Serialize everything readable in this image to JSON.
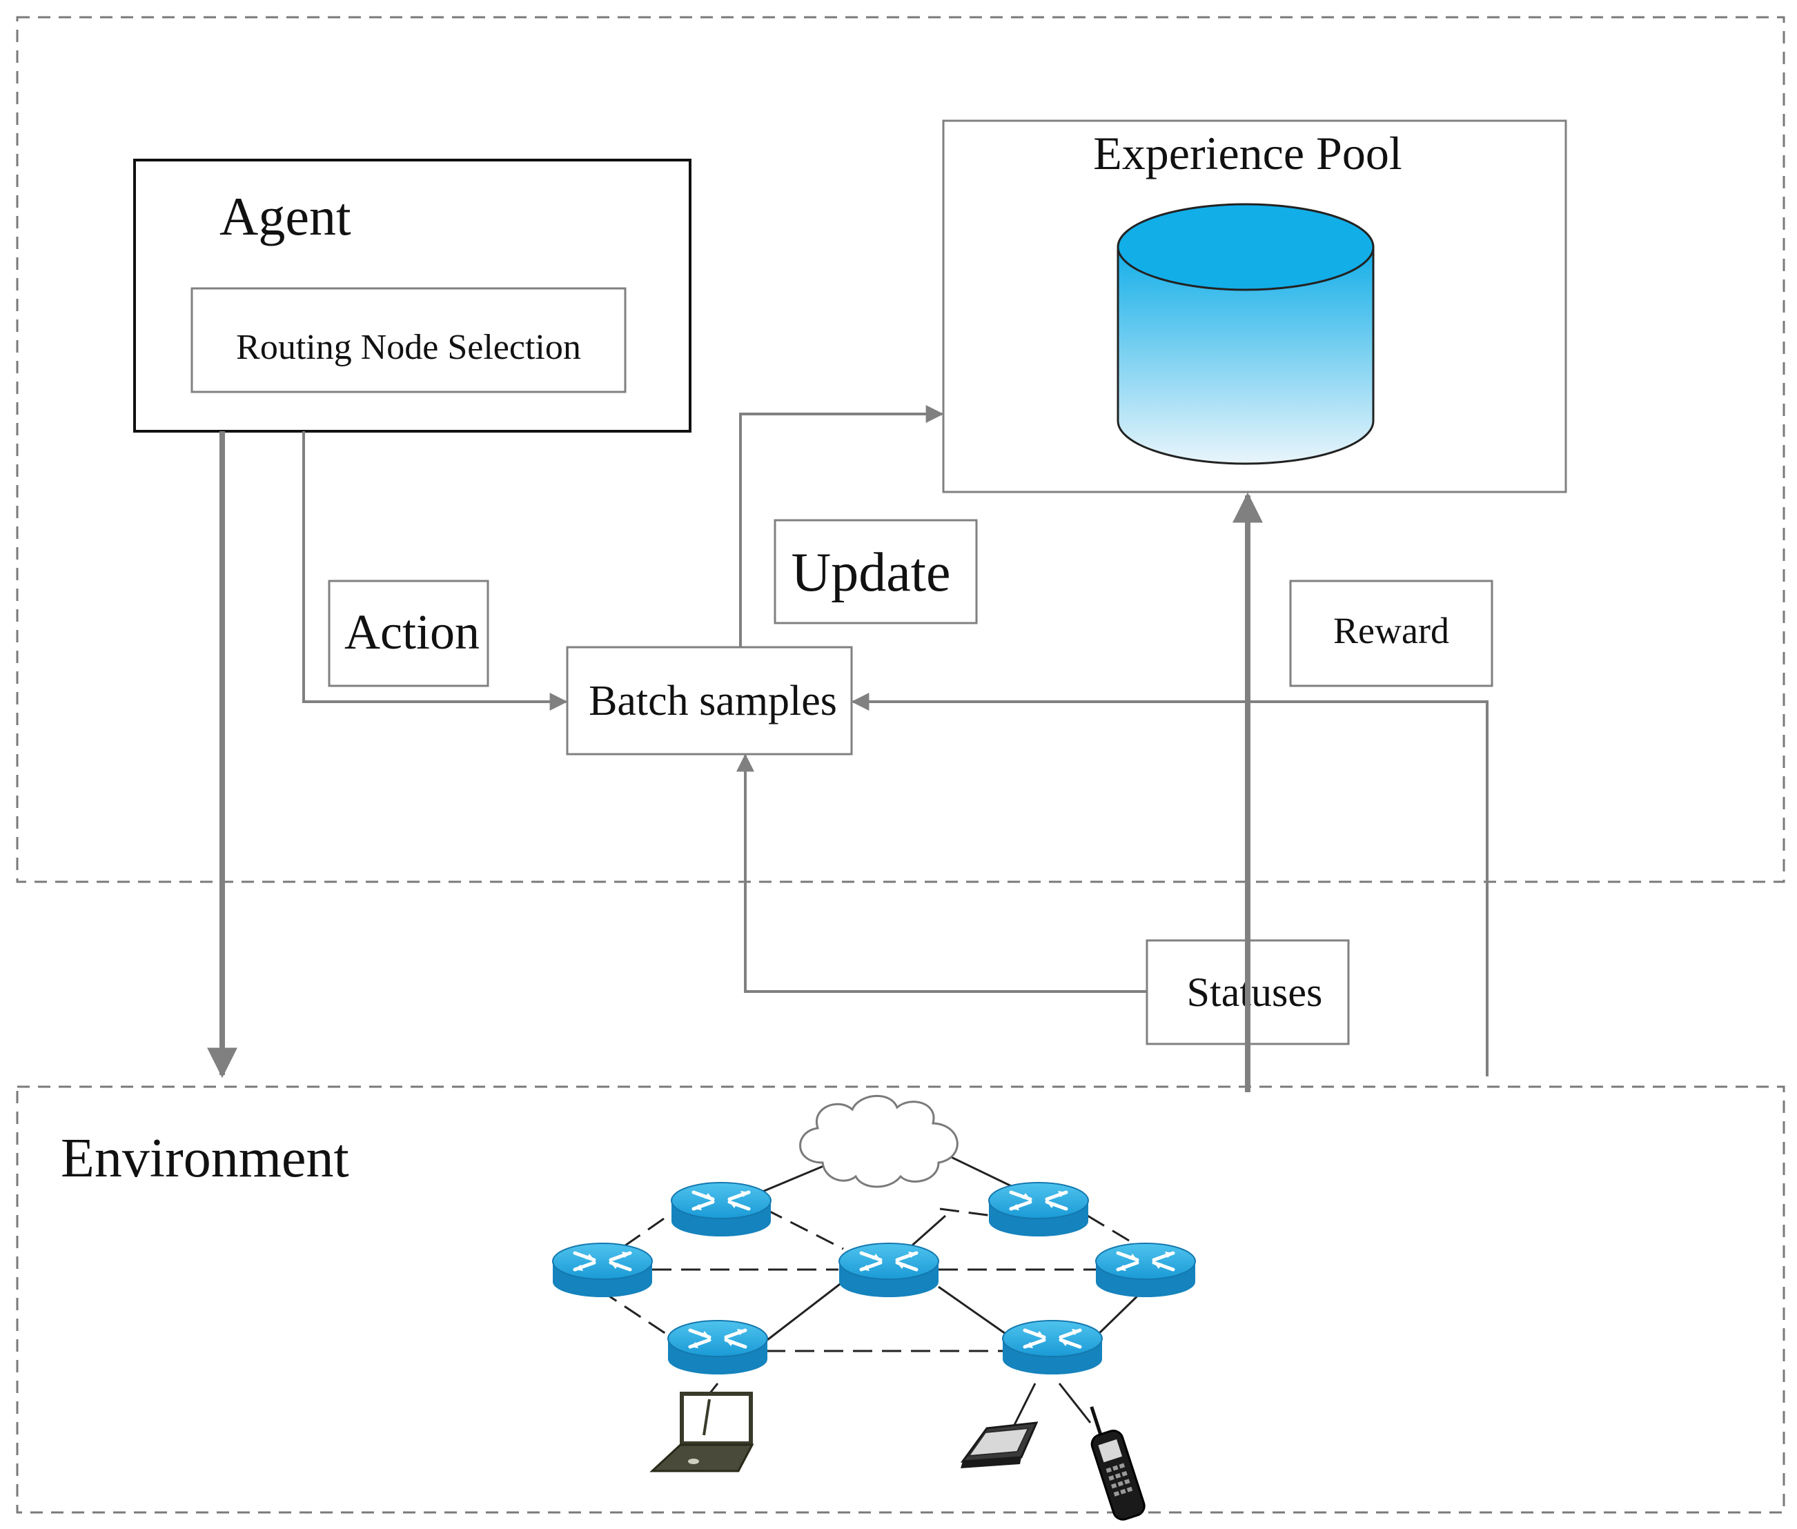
{
  "agent": {
    "title": "Agent",
    "routing_label": "Routing Node Selection"
  },
  "experience_pool": {
    "title": "Experience  Pool"
  },
  "labels": {
    "action": "Action",
    "update": "Update",
    "reward": "Reward",
    "batch_samples": "Batch samples",
    "statuses": "Statuses",
    "environment": "Environment"
  },
  "colors": {
    "router_blue": "#1a9ad6",
    "cylinder_top": "#12aee8",
    "cylinder_bottom": "#e9f5fb",
    "arrow_gray": "#808080",
    "dashed_border": "#7a7a7a"
  },
  "icons": {
    "database": "cylinder-icon",
    "router": "router-icon",
    "cloud": "cloud-icon",
    "laptop": "laptop-icon",
    "pda": "pda-icon",
    "phone": "phone-icon"
  }
}
